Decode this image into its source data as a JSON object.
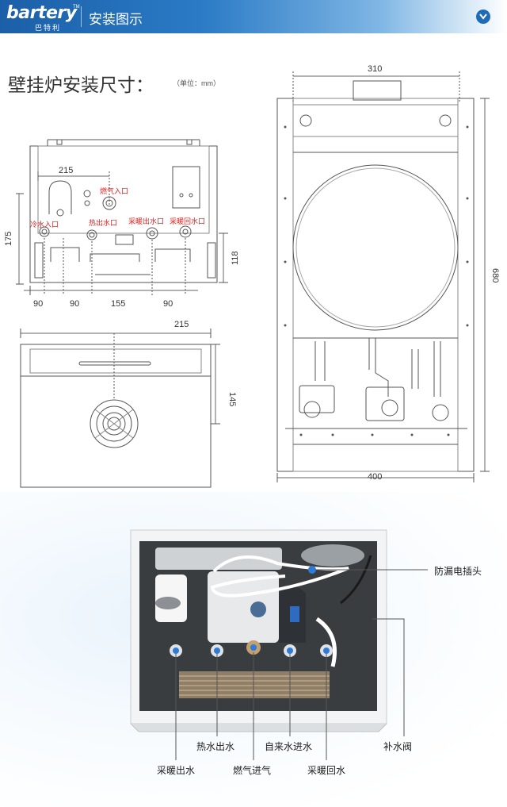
{
  "header": {
    "logo_text": "bartery",
    "logo_cn": "巴特利",
    "logo_tm": "TM",
    "title": "安装图示",
    "toggle_icon": "chevron-down-icon"
  },
  "install": {
    "title": "壁挂炉安装尺寸：",
    "unit": "（单位：mm）"
  },
  "front_view": {
    "dims": {
      "top_width": "215",
      "height_left": "175",
      "height_right": "118",
      "bottom_1": "90",
      "bottom_2": "90",
      "bottom_3": "155",
      "bottom_4": "90"
    },
    "labels": {
      "gas_in": "燃气入口",
      "cold_in": "冷水入口",
      "hot_out": "热出水口",
      "heat_out": "采暖出水口",
      "heat_return": "采暖回水口"
    }
  },
  "bottom_view": {
    "dims": {
      "width": "215",
      "height": "145"
    }
  },
  "side_view": {
    "dims": {
      "top": "310",
      "height": "680",
      "bottom": "400"
    }
  },
  "photo_callouts": {
    "leak_plug": "防漏电插头",
    "hot_water_out": "热水出水",
    "cold_water_in": "自来水进水",
    "makeup_valve": "补水阀",
    "heating_out": "采暖出水",
    "gas_in": "燃气进气",
    "heating_return": "采暖回水"
  },
  "colors": {
    "header_blue": "#1b5fa8",
    "label_red": "#e02020",
    "line": "#555555"
  }
}
